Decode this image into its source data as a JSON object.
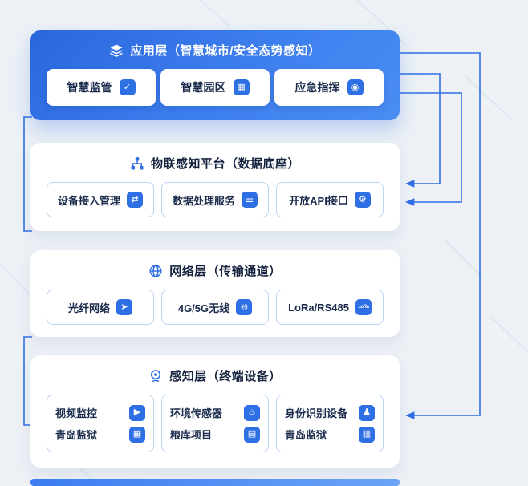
{
  "colors": {
    "accent": "#2f6fe4",
    "title_text": "#15233f",
    "box_border": "#bcd3f6",
    "background": "#edf1f6"
  },
  "layers": {
    "application": {
      "title": "应用层（智慧城市/安全态势感知）",
      "icon": "layers-icon",
      "items": [
        {
          "label": "智慧监管",
          "icon": "check-icon",
          "glyph": "✓"
        },
        {
          "label": "智慧园区",
          "icon": "building-grid-icon",
          "glyph": "▦"
        },
        {
          "label": "应急指挥",
          "icon": "location-pin-icon",
          "glyph": "◉"
        }
      ]
    },
    "platform": {
      "title": "物联感知平台（数据底座）",
      "icon": "hub-icon",
      "items": [
        {
          "label": "设备接入管理",
          "icon": "device-connect-icon",
          "glyph": "⇄"
        },
        {
          "label": "数据处理服务",
          "icon": "database-icon",
          "glyph": "☰"
        },
        {
          "label": "开放API接口",
          "icon": "gear-icon",
          "glyph": "⚙"
        }
      ]
    },
    "network": {
      "title": "网络层（传输通道）",
      "icon": "globe-icon",
      "items": [
        {
          "label": "光纤网络",
          "icon": "fiber-pointer-icon",
          "glyph": "➤"
        },
        {
          "label": "4G/5G无线",
          "icon": "wireless-signal-icon",
          "glyph": "((•))"
        },
        {
          "label": "LoRa/RS485",
          "icon": "lora-chip-icon",
          "glyph": "LoRa"
        }
      ]
    },
    "perception": {
      "title": "感知层（终端设备）",
      "icon": "webcam-icon",
      "columns": [
        {
          "rows": [
            {
              "label": "视频监控",
              "icon": "video-play-icon",
              "glyph": "▶"
            },
            {
              "label": "青岛监狱",
              "icon": "building-icon",
              "glyph": "▦"
            }
          ]
        },
        {
          "rows": [
            {
              "label": "环境传感器",
              "icon": "thermometer-icon",
              "glyph": "♨"
            },
            {
              "label": "粮库项目",
              "icon": "document-icon",
              "glyph": "▤"
            }
          ]
        },
        {
          "rows": [
            {
              "label": "身份识别设备",
              "icon": "person-icon",
              "glyph": "♟"
            },
            {
              "label": "青岛监狱",
              "icon": "barcode-icon",
              "glyph": "▥"
            }
          ]
        }
      ]
    }
  }
}
